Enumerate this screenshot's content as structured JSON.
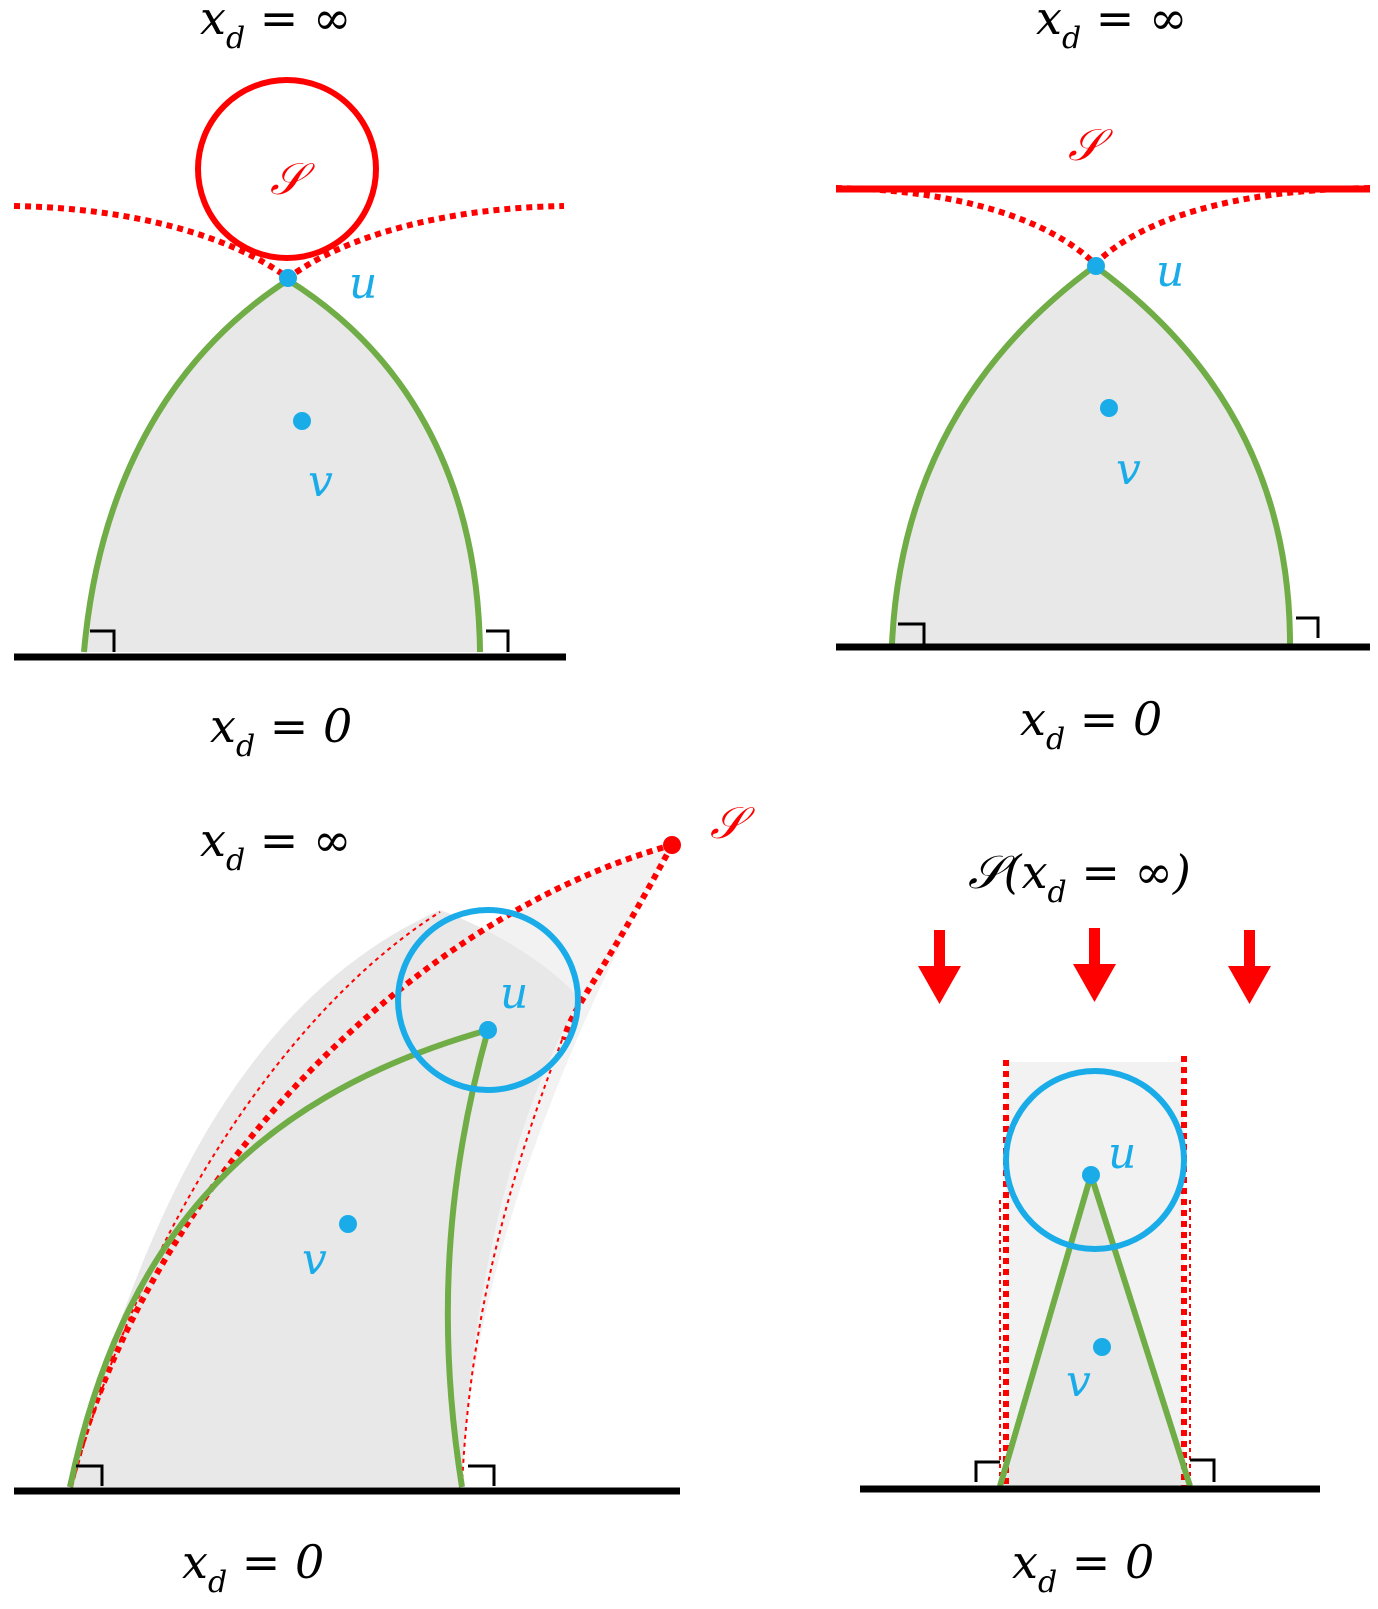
{
  "colors": {
    "red": "#ff0000",
    "blue": "#1aace8",
    "green": "#70ad47",
    "fill": "#e8e8e8",
    "fill_light": "#f2f2f2",
    "black": "#000000"
  },
  "labels": {
    "x": "x",
    "d": "d",
    "eq_inf": " = ∞",
    "eq_zero": " = 0",
    "S": "𝒮",
    "u": "u",
    "v": "v",
    "S_inf_open": "𝒮(",
    "S_inf_close": " = ∞)"
  },
  "icons": [
    "down-arrow-icon"
  ]
}
